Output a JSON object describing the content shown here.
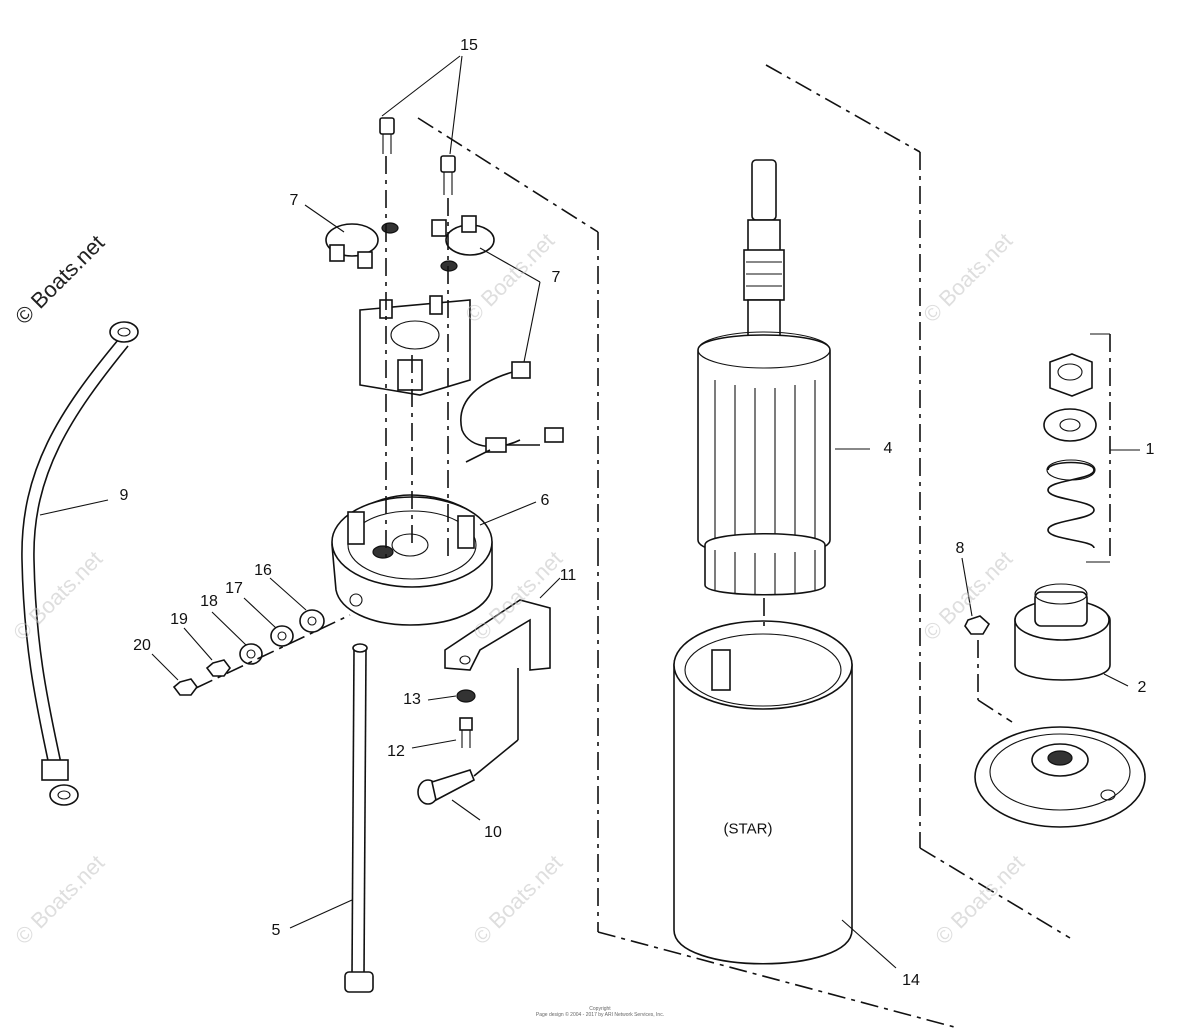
{
  "diagram": {
    "part_labels": {
      "p1": "1",
      "p2": "2",
      "p4": "4",
      "p5": "5",
      "p6": "6",
      "p7a": "7",
      "p7b": "7",
      "p8": "8",
      "p9": "9",
      "p10": "10",
      "p11": "11",
      "p12": "12",
      "p13": "13",
      "p14": "14",
      "p15": "15",
      "p16": "16",
      "p17": "17",
      "p18": "18",
      "p19": "19",
      "p20": "20"
    },
    "part_name_text": "(STAR)",
    "watermark_text": "© Boats.net",
    "copyright_line1": "Copyright",
    "copyright_line2": "Page design © 2004 - 2017 by ARI Network Services, Inc."
  }
}
